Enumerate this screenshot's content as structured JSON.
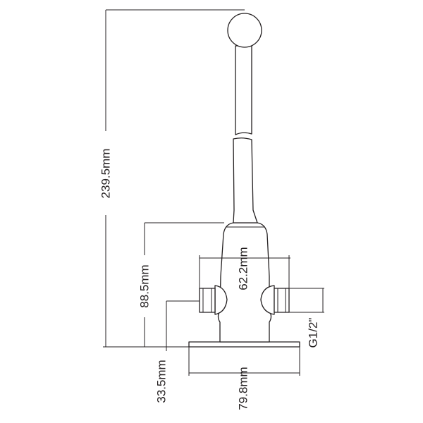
{
  "dimensions": {
    "total_height": "239.5mm",
    "body_height": "88.5mm",
    "base_to_inlet": "33.5mm",
    "inlet_spacing": "62.2mm",
    "thread": "G1/2\"",
    "base_width": "79.8mm"
  }
}
